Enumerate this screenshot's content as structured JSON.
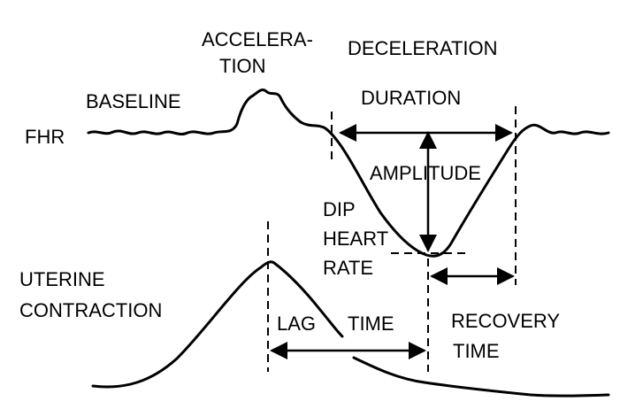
{
  "labels": {
    "baseline": "BASELINE",
    "acceleration_line1": "ACCELERA-",
    "acceleration_line2": "TION",
    "deceleration": "DECELERATION",
    "duration": "DURATION",
    "fhr": "FHR",
    "amplitude": "AMPLITUDE",
    "dip_line1": "DIP",
    "dip_line2": "HEART",
    "dip_line3": "RATE",
    "uterine_line1": "UTERINE",
    "uterine_line2": "CONTRACTION",
    "lag": "LAG",
    "time": "TIME",
    "recovery_line1": "RECOVERY",
    "recovery_line2": "TIME"
  }
}
